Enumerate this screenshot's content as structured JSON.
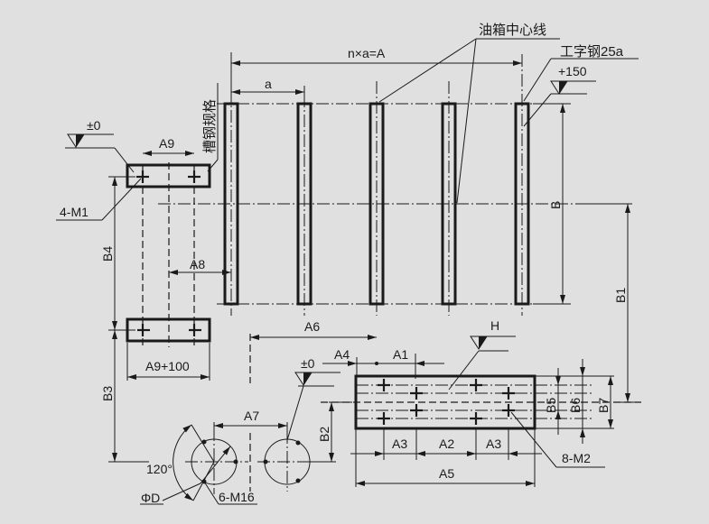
{
  "drawing": {
    "title_leaders": {
      "tank_centerline": "油箱中心线",
      "i_beam": "工字钢25a",
      "channel_spec": "槽钢规格"
    },
    "level_marks": {
      "top_right": "+150",
      "left_pad": "±0",
      "bottom_pad": "±0",
      "plate": "H"
    },
    "dimensions": {
      "total": "n×a=A",
      "pitch": "a",
      "B": "B",
      "B1": "B1",
      "B2": "B2",
      "B3": "B3",
      "B4": "B4",
      "B5": "B5",
      "B6": "B6",
      "B7": "B7",
      "A1": "A1",
      "A2": "A2",
      "A3_left": "A3",
      "A3_right": "A3",
      "A4": "A4",
      "A5": "A5",
      "A6": "A6",
      "A7": "A7",
      "A8": "A8",
      "A9": "A9",
      "A9_plus": "A9+100",
      "angle": "120°",
      "diameter": "ΦD"
    },
    "holes": {
      "pad_bolts": "4-M1",
      "plate_bolts": "8-M2",
      "flange_bolts": "6-M16"
    },
    "beam_count": 5
  }
}
